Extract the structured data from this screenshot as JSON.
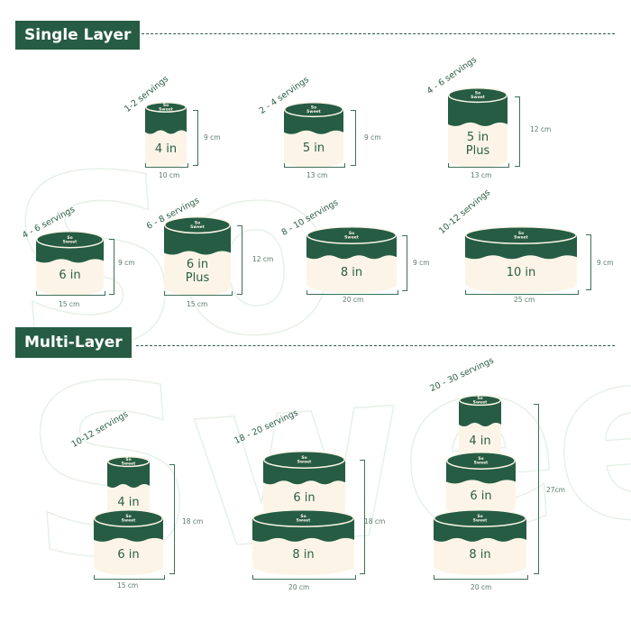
{
  "watermark": "So\nSweet",
  "colors": {
    "green": "#265c44",
    "cream": "#fcf5e7"
  },
  "sections": {
    "single": {
      "title": "Single Layer"
    },
    "multi": {
      "title": "Multi-Layer"
    }
  },
  "logo_text": [
    "So",
    "Sweet"
  ],
  "cakes": [
    {
      "servings": "1-2 servings",
      "tiers": [
        [
          "4 in"
        ]
      ],
      "height": "9 cm",
      "width": "10 cm"
    },
    {
      "servings": "2 - 4 servings",
      "tiers": [
        [
          "5 in"
        ]
      ],
      "height": "9 cm",
      "width": "13 cm"
    },
    {
      "servings": "4 - 6 servings",
      "tiers": [
        [
          "5 in",
          "Plus"
        ]
      ],
      "height": "12 cm",
      "width": "13 cm"
    },
    {
      "servings": "4 - 6 servings",
      "tiers": [
        [
          "6 in"
        ]
      ],
      "height": "9 cm",
      "width": "15 cm"
    },
    {
      "servings": "6 - 8 servings",
      "tiers": [
        [
          "6 in",
          "Plus"
        ]
      ],
      "height": "12 cm",
      "width": "15 cm"
    },
    {
      "servings": "8 - 10 servings",
      "tiers": [
        [
          "8 in"
        ]
      ],
      "height": "9 cm",
      "width": "20 cm"
    },
    {
      "servings": "10-12 servings",
      "tiers": [
        [
          "10 in"
        ]
      ],
      "height": "9 cm",
      "width": "25 cm"
    },
    {
      "servings": "10-12 servings",
      "tiers": [
        [
          "4 in"
        ],
        [
          "6 in"
        ]
      ],
      "height": "18 cm",
      "width": "15 cm"
    },
    {
      "servings": "18 - 20 servings",
      "tiers": [
        [
          "6 in"
        ],
        [
          "8 in"
        ]
      ],
      "height": "18 cm",
      "width": "20 cm"
    },
    {
      "servings": "20 - 30 servings",
      "tiers": [
        [
          "4 in"
        ],
        [
          "6 in"
        ],
        [
          "8 in"
        ]
      ],
      "height": "27cm",
      "width": "20 cm"
    }
  ]
}
